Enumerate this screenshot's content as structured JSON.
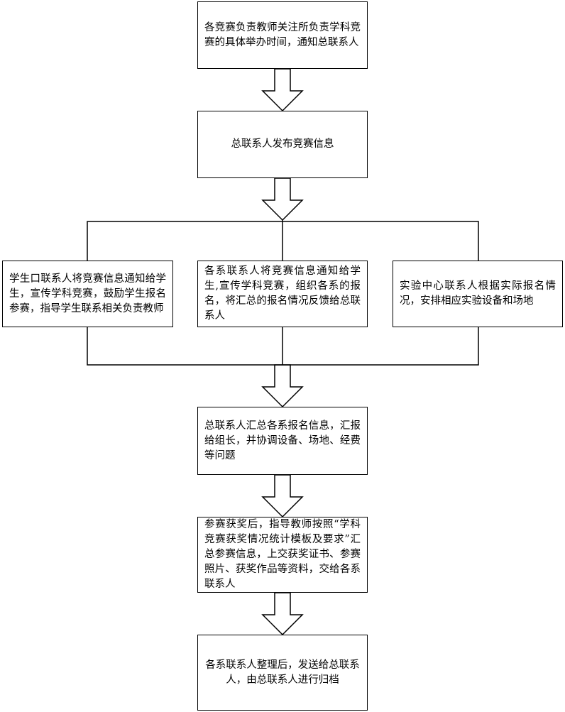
{
  "flowchart": {
    "step1": "各竞赛负责教师关注所负责学科竞赛的具体举办时间，通知总联系人",
    "step2": "总联系人发布竞赛信息",
    "branch_left": "学生口联系人将竞赛信息通知给学生，宣传学科竞赛，鼓励学生报名参赛，指导学生联系相关负责教师",
    "branch_middle": "各系联系人将竞赛信息通知给学生,宣传学科竞赛，组织各系的报名，将汇总的报名情况反馈给总联系人",
    "branch_right": "实验中心联系人根据实际报名情况，安排相应实验设备和场地",
    "step3": "总联系人汇总各系报名信息，汇报给组长，并协调设备、场地、经费等问题",
    "step4": "参赛获奖后，指导教师按照“学科竞赛获奖情况统计模板及要求”汇总参赛信息，上交获奖证书、参赛照片、获奖作品等资料，交给各系联系人",
    "step5": "各系联系人整理后，发送给总联系人，由总联系人进行归档"
  }
}
